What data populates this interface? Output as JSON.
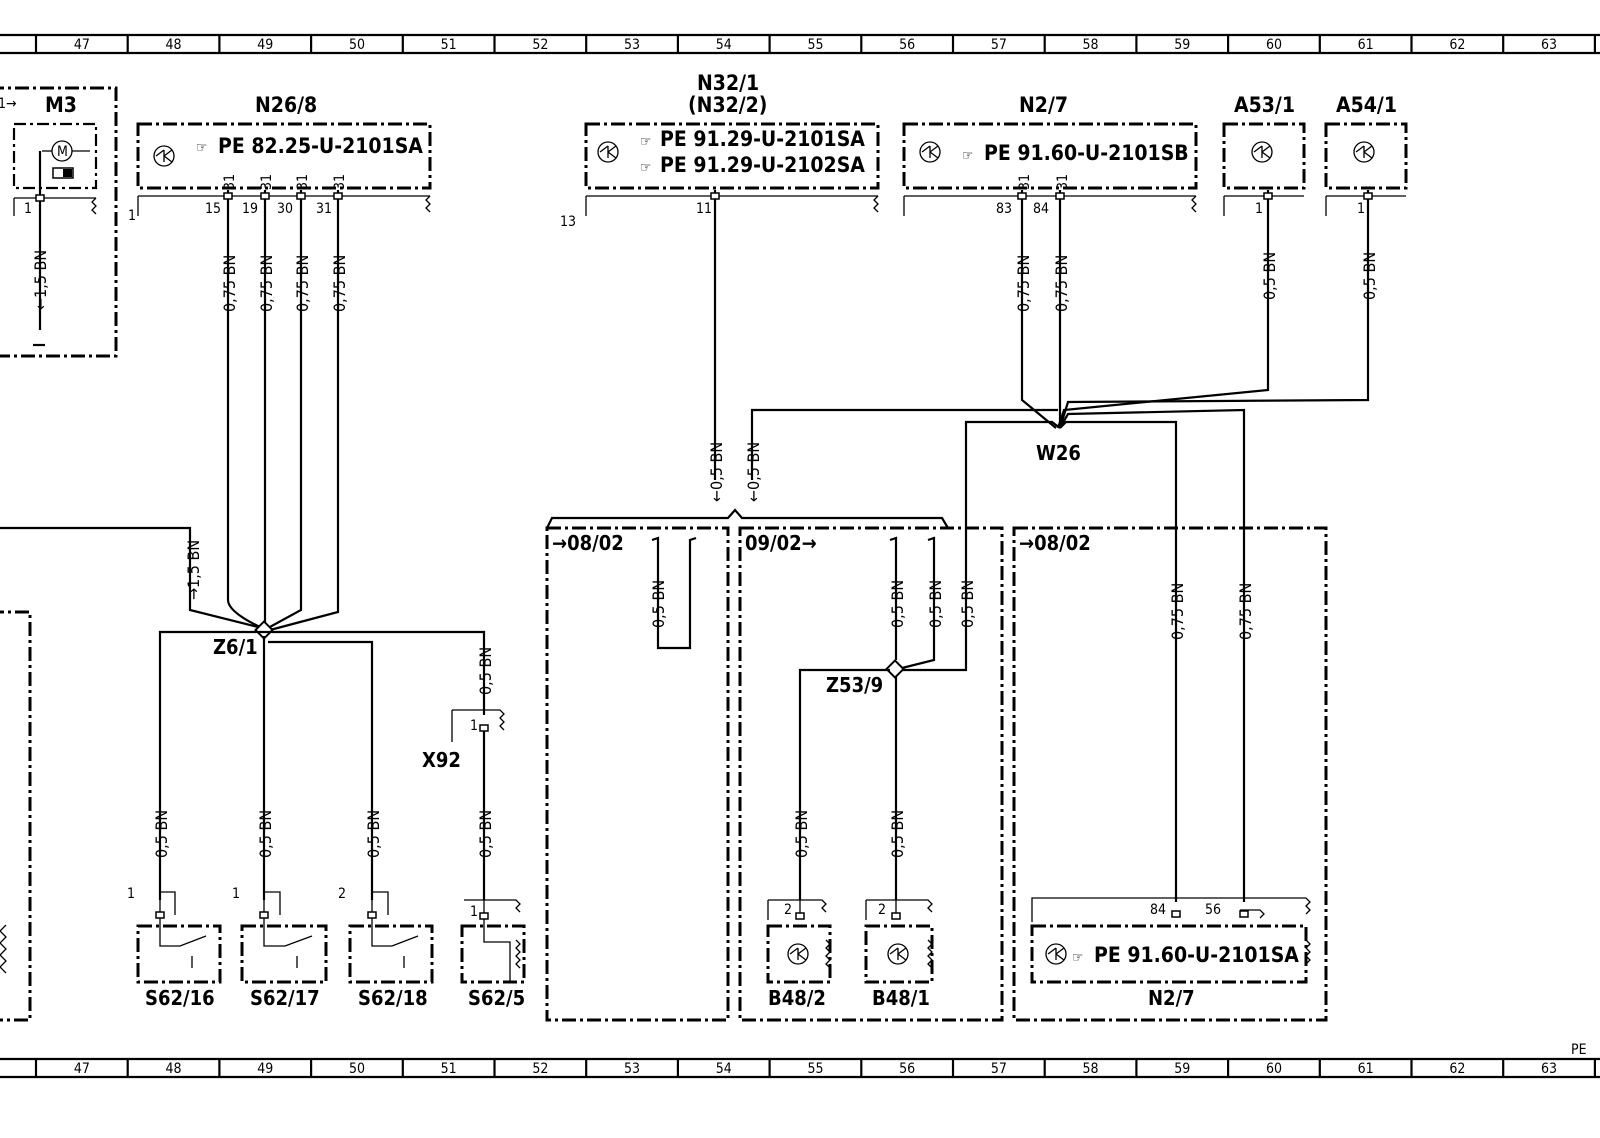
{
  "scale": {
    "top": [
      "47",
      "48",
      "49",
      "50",
      "51",
      "52",
      "53",
      "54",
      "55",
      "56",
      "57",
      "58",
      "59",
      "60",
      "61",
      "62",
      "63"
    ],
    "bottom": [
      "47",
      "48",
      "49",
      "50",
      "51",
      "52",
      "53",
      "54",
      "55",
      "56",
      "57",
      "58",
      "59",
      "60",
      "61",
      "62",
      "63"
    ],
    "corner_note": "PE"
  },
  "components": {
    "m3": {
      "id": "M3",
      "arrow_prefix": "1→",
      "pin": "1"
    },
    "n26_8": {
      "id": "N26/8",
      "doc": "PE  82.25-U-2101SA",
      "pins": [
        "15",
        "19",
        "30",
        "31"
      ],
      "pin_mark": "31",
      "side": "1"
    },
    "n32_1": {
      "id": "N32/1",
      "alt": "(N32/2)",
      "doc1": "PE  91.29-U-2101SA",
      "doc2": "PE  91.29-U-2102SA",
      "pin": "11",
      "side": "13"
    },
    "n2_7_top": {
      "id": "N2/7",
      "doc": "PE  91.60-U-2101SB",
      "pins": [
        "83",
        "84"
      ],
      "pin_mark": "31"
    },
    "a53_1": {
      "id": "A53/1",
      "pin": "1"
    },
    "a54_1": {
      "id": "A54/1",
      "pin": "1"
    },
    "w26": {
      "id": "W26"
    },
    "z6_1": {
      "id": "Z6/1"
    },
    "z53_9": {
      "id": "Z53/9"
    },
    "x92": {
      "id": "X92",
      "pin": "1"
    },
    "s62_16": {
      "id": "S62/16",
      "pin": "1"
    },
    "s62_17": {
      "id": "S62/17",
      "pin": "1"
    },
    "s62_18": {
      "id": "S62/18",
      "pin": "2"
    },
    "s62_5": {
      "id": "S62/5",
      "pin": "1"
    },
    "b48_2": {
      "id": "B48/2",
      "pin": "2"
    },
    "b48_1": {
      "id": "B48/1",
      "pin": "2"
    },
    "n2_7_bottom": {
      "id": "N2/7",
      "doc": "PE  91.60-U-2101SA",
      "pins": [
        "84",
        "56"
      ]
    }
  },
  "refs": {
    "r1": "→08/02",
    "r2": "09/02→",
    "r3": "→08/02"
  },
  "wires": {
    "w075": "0,75 BN",
    "w05": "0,5 BN",
    "w15": "1,5 BN",
    "w05_arrow": "←0,5 BN",
    "w15_arrow": "←1,5 BN",
    "w15_in": "→1,5 BN"
  }
}
